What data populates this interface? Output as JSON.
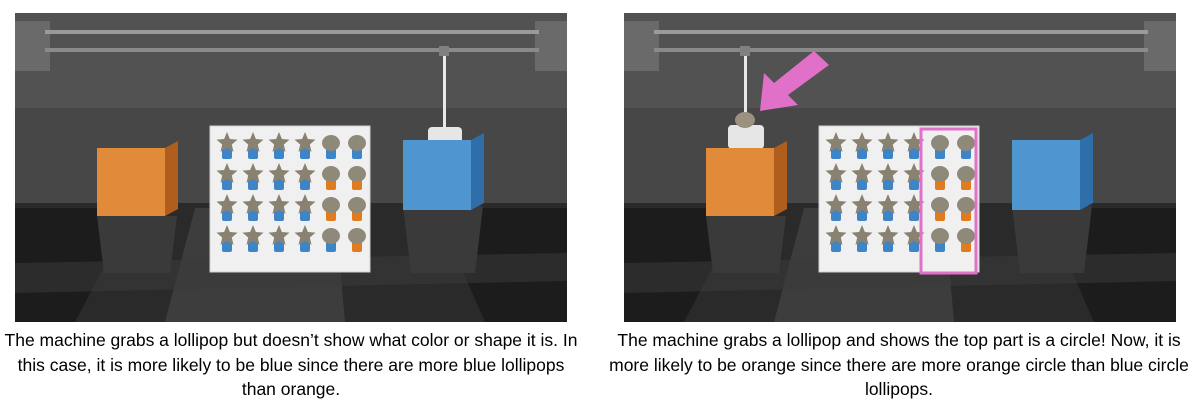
{
  "panels": [
    {
      "id": "left",
      "scene": "claw machine hidden lollipop",
      "grid": {
        "rows": [
          [
            "star-blue",
            "star-blue",
            "star-blue",
            "star-blue",
            "circle-blue",
            "circle-blue"
          ],
          [
            "star-blue",
            "star-blue",
            "star-blue",
            "star-blue",
            "circle-orange",
            "circle-orange"
          ],
          [
            "star-blue",
            "star-blue",
            "star-blue",
            "star-blue",
            "circle-orange",
            "circle-orange"
          ],
          [
            "star-blue",
            "star-blue",
            "star-blue",
            "star-blue",
            "circle-blue",
            "circle-orange"
          ]
        ]
      },
      "caption": "The machine grabs a lollipop but doesn’t show what color or shape it is. In this case, it is more likely to be blue since there are more blue lollipops than orange."
    },
    {
      "id": "right",
      "scene": "claw machine reveals circle top",
      "grid": {
        "rows": [
          [
            "star-blue",
            "star-blue",
            "star-blue",
            "star-blue",
            "circle-blue",
            "circle-blue"
          ],
          [
            "star-blue",
            "star-blue",
            "star-blue",
            "star-blue",
            "circle-orange",
            "circle-orange"
          ],
          [
            "star-blue",
            "star-blue",
            "star-blue",
            "star-blue",
            "circle-orange",
            "circle-orange"
          ],
          [
            "star-blue",
            "star-blue",
            "star-blue",
            "star-blue",
            "circle-blue",
            "circle-orange"
          ]
        ]
      },
      "highlight_color": "#e070c8",
      "caption": "The machine grabs a lollipop and shows the top part is a circle! Now, it is more likely to be orange since there are more orange circle than blue circle lollipops."
    }
  ],
  "colors": {
    "orange_bin": "#e08a3a",
    "blue_bin": "#4f95cf",
    "floor_dark": "#1e1e1e",
    "floor_light": "#353535",
    "wall": "#4a4a4a"
  }
}
